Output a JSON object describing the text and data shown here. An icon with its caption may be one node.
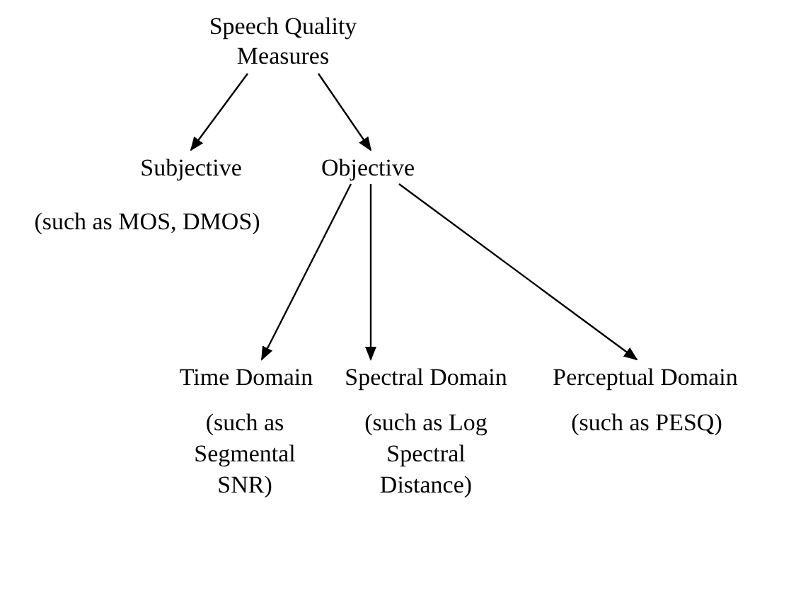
{
  "diagram": {
    "nodes": [
      {
        "text": [
          "Speech Quality Measures"
        ]
      },
      {
        "text": [
          "Subjective"
        ],
        "beside": [
          "(such as MOS, DMOS)"
        ]
      },
      {
        "text": [
          "Objective"
        ]
      },
      {
        "text": [
          "Time Domain"
        ],
        "beside": [
          "(such as Segmental SNR)"
        ]
      },
      {
        "text": [
          "Spectral Domain"
        ],
        "beside": [
          "(such as Log Spectral Distance)"
        ]
      },
      {
        "text": [
          "Perceptual Domain"
        ],
        "beside": [
          "(such as PESQ)"
        ]
      }
    ],
    "edges": [
      {
        "from": 0,
        "to": 1,
        "arrow": "to"
      },
      {
        "from": 0,
        "to": 2,
        "arrow": "to"
      },
      {
        "from": 2,
        "to": 3,
        "arrow": "to"
      },
      {
        "from": 2,
        "to": 4,
        "arrow": "to"
      },
      {
        "from": 2,
        "to": 5,
        "arrow": "to"
      }
    ]
  }
}
